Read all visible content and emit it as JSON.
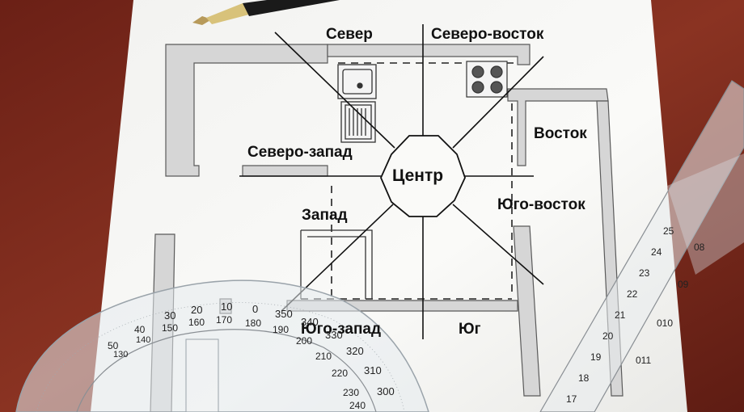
{
  "plan": {
    "directions": {
      "north": "Север",
      "northeast": "Северо-восток",
      "east": "Восток",
      "southeast": "Юго-восток",
      "south": "Юг",
      "southwest": "Юго-запад",
      "west": "Запад",
      "northwest": "Северо-запад",
      "center": "Центр"
    }
  },
  "protractor": {
    "outer_scale": [
      "30",
      "20",
      "10",
      "0",
      "350",
      "340",
      "330",
      "320",
      "310",
      "300"
    ],
    "inner_scale": [
      "150",
      "160",
      "170",
      "180",
      "190",
      "200",
      "210",
      "220",
      "230",
      "240"
    ],
    "left_outer": [
      "50",
      "40"
    ],
    "left_inner": [
      "130",
      "140"
    ]
  },
  "ruler": {
    "marks": [
      "25",
      "24",
      "23",
      "22",
      "21",
      "20",
      "19",
      "18",
      "17"
    ],
    "digits": [
      "08",
      "09",
      "010",
      "011"
    ]
  },
  "colors": {
    "table": "#7a2a1e",
    "paper": "#f8f8f6",
    "wall": "#d6d6d6",
    "ink": "#111111"
  }
}
